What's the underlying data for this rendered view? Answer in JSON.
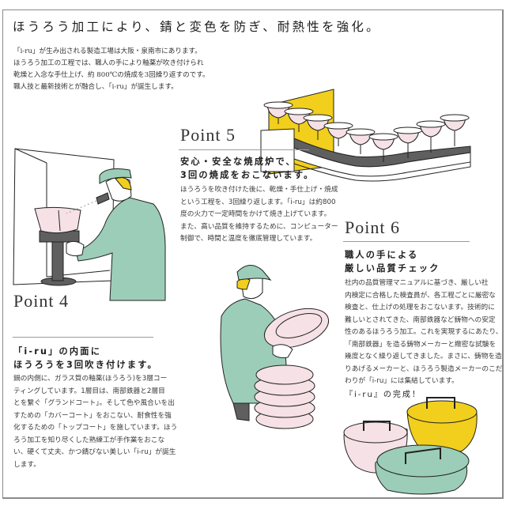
{
  "headline": "ほうろう加工により、錆と変色を防ぎ、耐熱性を強化。",
  "intro": {
    "lines": [
      "「i-ru」が生み出される製造工場は大阪・泉南市にあります。",
      "ほうろう加工の工程では、職人の手により釉薬が吹き付けられ",
      "乾燥と入念な手仕上げ、約 800℃の焼成を3回繰り返すのです。",
      "職人技と最新技術とが融合し、「i-ru」が誕生します。"
    ]
  },
  "points": [
    {
      "title": "Point 4",
      "subtitle": [
        "「i-ru」の内面に",
        "ほうろうを3回吹き付けます。"
      ],
      "body": [
        "鍋の内側に、ガラス質の釉薬(ほうろう)を3層コー",
        "ティングしています。1層目は、南部鉄器と2層目",
        "とを繋ぐ「グランドコート」。そして色や風合いを出",
        "すための「カバーコート」をおこない、耐食性を強",
        "化するための「トップコート」を施しています。ほう",
        "ろう加工を知り尽くした熟練工が手作業をおこな",
        "い、硬くて丈夫、かつ錆びない美しい「i-ru」が誕生",
        "します。"
      ]
    },
    {
      "title": "Point 5",
      "subtitle": [
        "安心・安全な焼成炉で、",
        "3回の焼成をおこないます。"
      ],
      "body": [
        "ほうろうを吹き付けた後に、乾燥・手仕上げ・焼成",
        "という工程を、3回繰り返します。「i-ru」は約800",
        "度の火力で一定時間をかけて焼き上げています。",
        "また、高い品質を維持するために、コンピューター",
        "制御で、時間と温度を徹底管理しています。"
      ]
    },
    {
      "title": "Point 6",
      "subtitle": [
        "職人の手による",
        "厳しい品質チェック"
      ],
      "body": [
        "社内の品質管理マニュアルに基づき、厳しい社",
        "内検定に合格した検査員が、各工程ごとに厳密な",
        "検査と、仕上げの処理をおこないます。技術的に",
        "難しいとされてきた、南部鉄器など鋳物への安定",
        "性のあるほうろう加工。これを実現するにあたり、",
        "「南部鉄器」を造る鋳物メーカーと緻密な試験を",
        "幾度となく繰り返してきました。まさに、鋳物を造",
        "りあげるメーカーと、ほうろう製造メーカーのこだ",
        "わりが「i-ru」には集結しています。"
      ]
    }
  ],
  "completion_caption": "『i-ru』の完成！",
  "colors": {
    "mint": "#9ccdb8",
    "yellow": "#f1cf1c",
    "pink": "#f6e1e6",
    "dark_gray": "#5f5f5f",
    "rule": "#9c9c9c"
  }
}
